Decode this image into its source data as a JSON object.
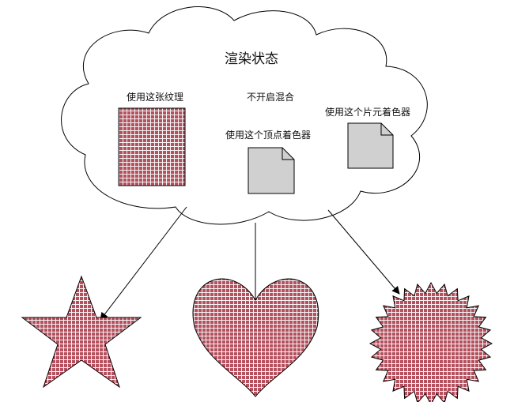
{
  "cloud": {
    "title": "渲染状态",
    "texture_label": "使用这张纹理",
    "blend_label": "不开启混合",
    "vertex_shader_label": "使用这个顶点着色器",
    "fragment_shader_label": "使用这个片元着色器"
  },
  "colors": {
    "pattern_fill": "#b5505e",
    "pattern_grid": "#ffffff",
    "document_fill": "#d0d0d0",
    "stroke": "#000000"
  },
  "shapes": [
    "star",
    "heart",
    "starburst"
  ]
}
